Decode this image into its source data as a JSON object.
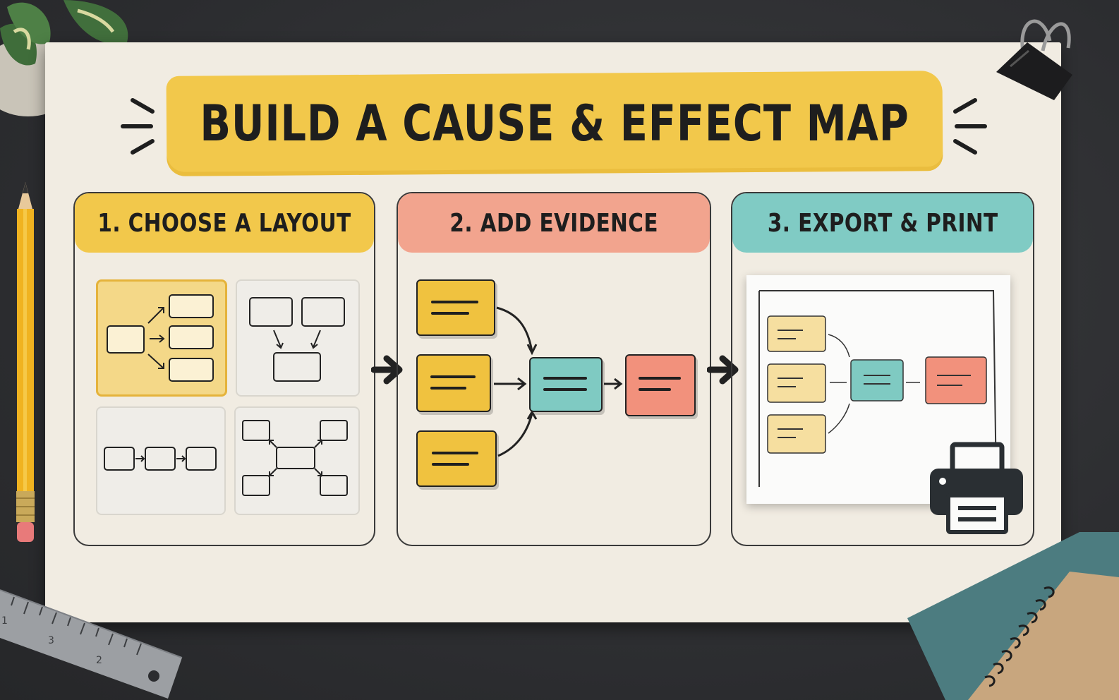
{
  "title": "BUILD A CAUSE & EFFECT MAP",
  "panels": [
    {
      "heading": "1. CHOOSE A LAYOUT",
      "color": "#f2c84b"
    },
    {
      "heading": "2. ADD EVIDENCE",
      "color": "#f2a48e"
    },
    {
      "heading": "3. EXPORT & PRINT",
      "color": "#80cbc4"
    }
  ],
  "colors": {
    "cause": "#f0c23f",
    "center": "#7fcac2",
    "effect": "#f2917c",
    "paper": "#f1ece2",
    "background": "#2f3033"
  },
  "icons": [
    "binder-clip-icon",
    "pencil-icon",
    "plant-icon",
    "ruler-icon",
    "notebook-icon",
    "printer-icon",
    "arrow-right-icon"
  ],
  "ruler_labels": [
    "1",
    "3",
    "2"
  ]
}
